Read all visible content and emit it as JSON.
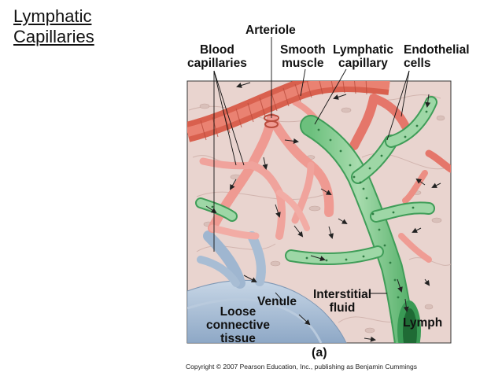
{
  "slide": {
    "title_lines": [
      "Lymphatic",
      "Capillaries"
    ]
  },
  "figure": {
    "labels": {
      "arteriole": "Arteriole",
      "blood_capillaries": [
        "Blood",
        "capillaries"
      ],
      "smooth_muscle": [
        "Smooth",
        "muscle"
      ],
      "lymphatic_capillary": [
        "Lymphatic",
        "capillary"
      ],
      "endothelial_cells": [
        "Endothelial",
        "cells"
      ],
      "venule": "Venule",
      "interstitial_fluid": [
        "Interstitial",
        "fluid"
      ],
      "loose_connective_tissue": [
        "Loose",
        "connective",
        "tissue"
      ],
      "lymph": "Lymph",
      "panel": "(a)"
    },
    "colors": {
      "background_tissue": "#e9d4cf",
      "arteriole": "#e06a58",
      "blood_capillary": "#ee8f86",
      "lymphatic": "#8fd09a",
      "lymphatic_dark": "#3a9a55",
      "venule": "#9fb6d0"
    }
  },
  "footer": {
    "copyright": "Copyright © 2007 Pearson Education, Inc., publishing as Benjamin Cummings"
  }
}
